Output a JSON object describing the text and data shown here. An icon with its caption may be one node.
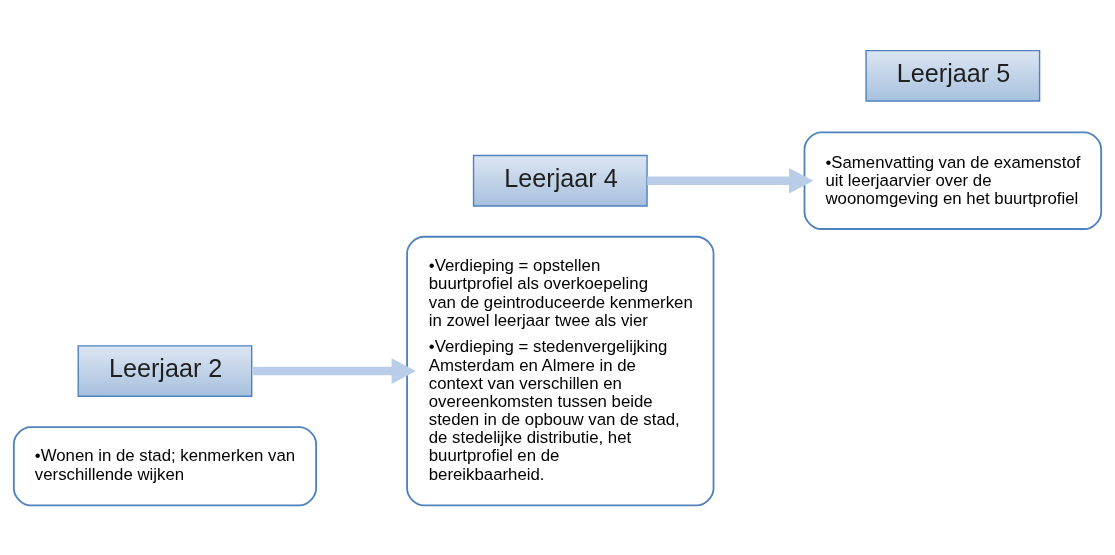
{
  "diagram": {
    "nodes": [
      {
        "text": [
          "•Wonen in de stad; kenmerken van verschillende wijken"
        ]
      },
      {
        "text": [
          "Leerjaar 2"
        ]
      },
      {
        "text": [
          "•Verdieping = opstellen buurtprofiel als overkoepeling van de geintroduceerde kenmerken in zowel leerjaar twee als vier",
          "•Verdieping = stedenvergelijking Amsterdam en Almere in de context van verschillen en overeenkomsten tussen beide steden in de opbouw van de stad, de stedelijke distributie, het buurtprofiel en de bereikbaarheid."
        ]
      },
      {
        "text": [
          "Leerjaar 4"
        ]
      },
      {
        "text": [
          "•Samenvatting van de examenstof uit leerjaarvier over de woonomgeving en het buurtprofiel"
        ]
      },
      {
        "text": [
          "Leerjaar 5"
        ]
      }
    ],
    "edges": [
      {
        "from": 1,
        "to": 2,
        "arrow": "to"
      },
      {
        "from": 3,
        "to": 4,
        "arrow": "to"
      }
    ]
  }
}
